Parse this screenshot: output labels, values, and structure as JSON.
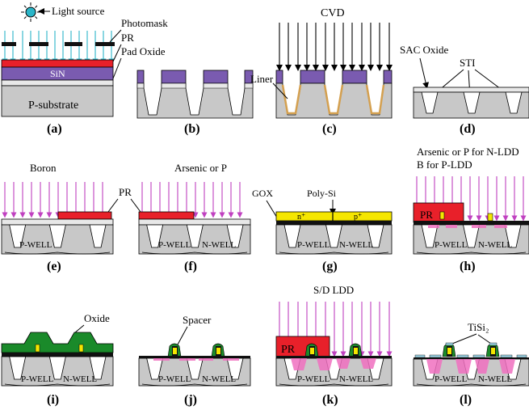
{
  "colors": {
    "substrate": "#c8c8c8",
    "nitride": "#7a5bb0",
    "pad_oxide": "#e8e8e8",
    "photoresist": "#e8202a",
    "arrow_cyan": "#2ab5c8",
    "arrow_magenta": "#c040c0",
    "liner": "#d4a050",
    "polysi": "#f5e600",
    "gate_black": "#111111",
    "oxide_green": "#1a8a2a",
    "ldd_pink": "#f070c0",
    "tisi_blue": "#9ad0e0"
  },
  "panel_a": {
    "light_source": "Light source",
    "photomask": "Photomask",
    "pr": "PR",
    "pad_oxide": "Pad Oxide",
    "sin": "SiN",
    "substrate": "P-substrate",
    "caption": "(a)"
  },
  "panel_b": {
    "caption": "(b)"
  },
  "panel_c": {
    "cvd": "CVD",
    "liner": "Liner",
    "caption": "(c)"
  },
  "panel_d": {
    "sac": "SAC Oxide",
    "sti": "STI",
    "caption": "(d)"
  },
  "panel_e": {
    "boron": "Boron",
    "pwell": "P-WELL",
    "caption": "(e)"
  },
  "panel_f": {
    "arsenic": "Arsenic or P",
    "pr": "PR",
    "pwell": "P-WELL",
    "nwell": "N-WELL",
    "caption": "(f)"
  },
  "panel_g": {
    "gox": "GOX",
    "polysi": "Poly-Si",
    "nplus": "n⁺",
    "pplus": "p⁺",
    "pwell": "P-WELL",
    "nwell": "N-WELL",
    "caption": "(g)"
  },
  "panel_h": {
    "line1": "Arsenic or P for N-LDD",
    "line2": "B for P-LDD",
    "pr": "PR",
    "pwell": "P-WELL",
    "nwell": "N-WELL",
    "caption": "(h)"
  },
  "panel_i": {
    "oxide": "Oxide",
    "pwell": "P-WELL",
    "nwell": "N-WELL",
    "caption": "(i)"
  },
  "panel_j": {
    "spacer": "Spacer",
    "pwell": "P-WELL",
    "nwell": "N-WELL",
    "caption": "(j)"
  },
  "panel_k": {
    "sdldd": "S/D LDD",
    "pr": "PR",
    "pwell": "P-WELL",
    "nwell": "N-WELL",
    "caption": "(k)"
  },
  "panel_l": {
    "tisi": "TiSi₂",
    "pwell": "P-WELL",
    "nwell": "N-WELL",
    "caption": "(l)"
  }
}
